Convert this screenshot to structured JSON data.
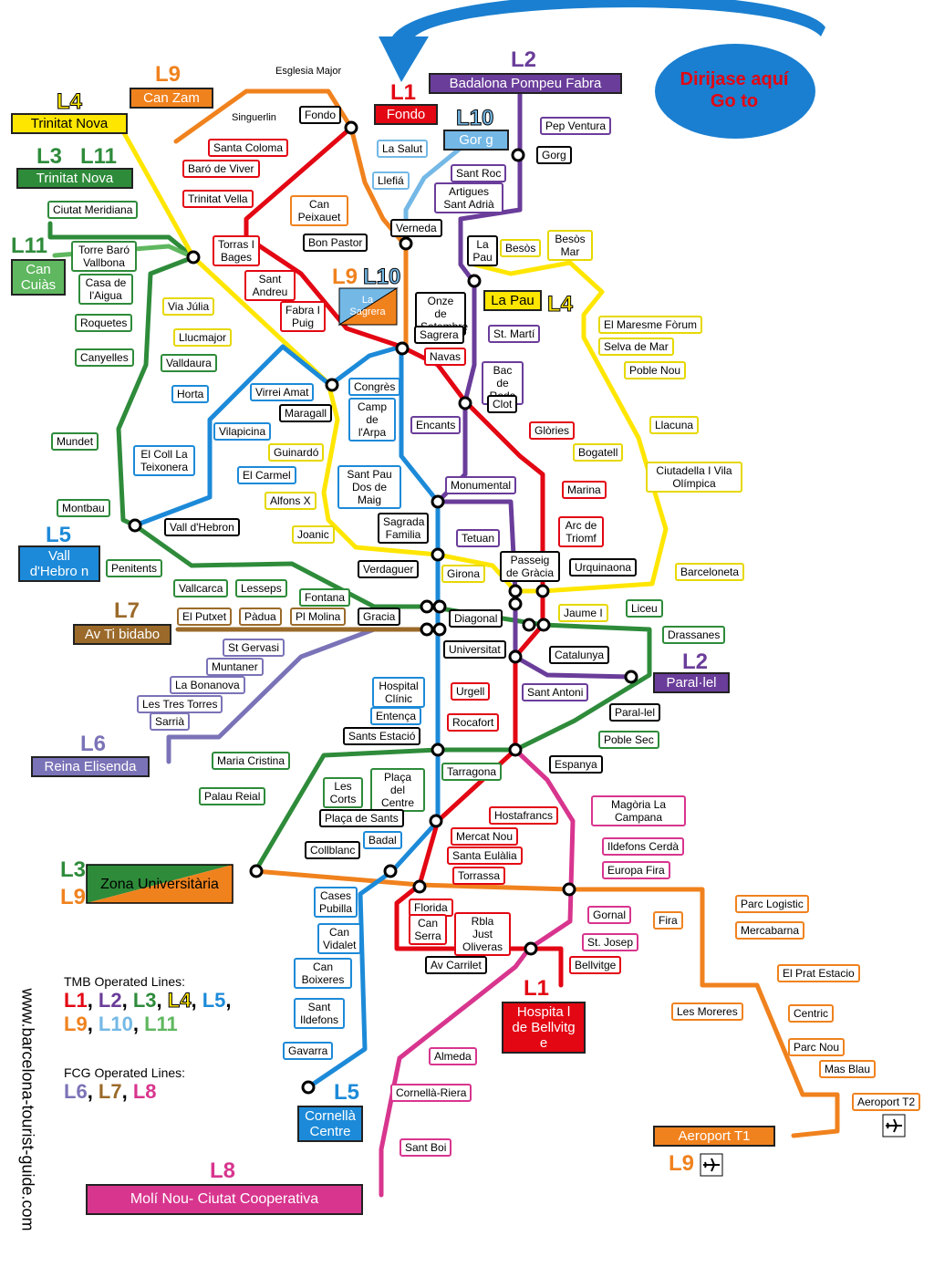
{
  "colors": {
    "L1": "#e30613",
    "L2": "#6a3d9a",
    "L3": "#2e8b3a",
    "L4": "#ffe600",
    "L5": "#1c8ad8",
    "L6": "#7a73b7",
    "L7": "#9b6a2a",
    "L8": "#d8358e",
    "L9": "#f0821e",
    "L10": "#74b8e6",
    "L11": "#5fb75f",
    "bubble": "#1a7fd0"
  },
  "callout": {
    "line1": "Dirijase aquí",
    "line2": "Go to"
  },
  "labels": {
    "esglesia_major": "Esglesia Major",
    "singuerlin": "Singuerlin",
    "l1": "L1",
    "l2": "L2",
    "l3": "L3",
    "l4": "L4",
    "l5": "L5",
    "l6": "L6",
    "l7": "L7",
    "l8": "L8",
    "l9": "L9",
    "l10": "L10",
    "l11": "L11"
  },
  "terminals": {
    "fondo": "Fondo",
    "badalona": "Badalona Pompeu Fabra",
    "can_zam": "Can Zam",
    "trinitat_nova_l4": "Trinitat Nova",
    "trinitat_nova_l3": "Trinitat Nova",
    "can_cuias": "Can Cuiàs",
    "gorg_l10": "Gor g",
    "la_sagrera_l9": "La Sagrera",
    "la_pau_l4": "La Pau",
    "vall_hebron_l5": "Vall d'Hebro n",
    "av_tibidabo": "Av Ti bidabo",
    "paralel_l2": "Paral·lel",
    "reina_elisenda": "Reina Elisenda",
    "zona_univ": "Zona Universitària",
    "hospital_bellvitge": "Hospita l de Bellvitg e",
    "cornella_centre": "Cornellà Centre",
    "molinou": "Molí Nou- Ciutat Cooperativa",
    "aeroport_t1": "Aeroport T1"
  },
  "stations": [
    {
      "id": "fondo_s",
      "text": "Fondo",
      "c": "blk"
    },
    {
      "id": "santa_coloma",
      "text": "Santa Coloma",
      "c": "l1"
    },
    {
      "id": "baro_viver",
      "text": "Baró de Viver",
      "c": "l1"
    },
    {
      "id": "trinitat_vella",
      "text": "Trinitat Vella",
      "c": "l1"
    },
    {
      "id": "torras_bages",
      "text": "Torras I Bages",
      "c": "l1"
    },
    {
      "id": "sant_andreu",
      "text": "Sant Andreu",
      "c": "l1"
    },
    {
      "id": "fabra_puig",
      "text": "Fabra I Puig",
      "c": "l1"
    },
    {
      "id": "can_peixauet",
      "text": "Can Peixauet",
      "c": "l9"
    },
    {
      "id": "bon_pastor",
      "text": "Bon Pastor",
      "c": "blk"
    },
    {
      "id": "la_salut",
      "text": "La Salut",
      "c": "l10"
    },
    {
      "id": "llefia",
      "text": "Llefiá",
      "c": "l10"
    },
    {
      "id": "verneda",
      "text": "Verneda",
      "c": "blk"
    },
    {
      "id": "onze_setembre",
      "text": "Onze de Setembre",
      "c": "blk"
    },
    {
      "id": "sagrera",
      "text": "Sagrera",
      "c": "blk"
    },
    {
      "id": "navas",
      "text": "Navas",
      "c": "l1"
    },
    {
      "id": "st_marti",
      "text": "St. Martí",
      "c": "l2"
    },
    {
      "id": "bac_roda",
      "text": "Bac de Roda",
      "c": "l2"
    },
    {
      "id": "clot",
      "text": "Clot",
      "c": "blk"
    },
    {
      "id": "encants",
      "text": "Encants",
      "c": "l2"
    },
    {
      "id": "glories",
      "text": "Glòries",
      "c": "l1"
    },
    {
      "id": "marina",
      "text": "Marina",
      "c": "l1"
    },
    {
      "id": "arc_triomf",
      "text": "Arc de Triomf",
      "c": "l1"
    },
    {
      "id": "pep_ventura",
      "text": "Pep Ventura",
      "c": "l2"
    },
    {
      "id": "gorg_s",
      "text": "Gorg",
      "c": "blk"
    },
    {
      "id": "sant_roc",
      "text": "Sant Roc",
      "c": "l2"
    },
    {
      "id": "artigues",
      "text": "Artigues Sant Adrià",
      "c": "l2"
    },
    {
      "id": "la_pau_s",
      "text": "La Pau",
      "c": "blk"
    },
    {
      "id": "besos",
      "text": "Besòs",
      "c": "l4"
    },
    {
      "id": "besos_mar",
      "text": "Besòs Mar",
      "c": "l4"
    },
    {
      "id": "maresme",
      "text": "El Maresme Fòrum",
      "c": "l4"
    },
    {
      "id": "selva_mar",
      "text": "Selva de Mar",
      "c": "l4"
    },
    {
      "id": "poble_nou",
      "text": "Poble Nou",
      "c": "l4"
    },
    {
      "id": "llacuna",
      "text": "Llacuna",
      "c": "l4"
    },
    {
      "id": "bogatell",
      "text": "Bogatell",
      "c": "l4"
    },
    {
      "id": "ciutadella",
      "text": "Ciutadella I Vila Olímpica",
      "c": "l4"
    },
    {
      "id": "barceloneta",
      "text": "Barceloneta",
      "c": "l4"
    },
    {
      "id": "jaume_i",
      "text": "Jaume I",
      "c": "l4"
    },
    {
      "id": "urquinaona",
      "text": "Urquinaona",
      "c": "blk"
    },
    {
      "id": "passeig_gracia",
      "text": "Passeig de Gràcia",
      "c": "blk"
    },
    {
      "id": "girona",
      "text": "Girona",
      "c": "l4"
    },
    {
      "id": "tetuan",
      "text": "Tetuan",
      "c": "l2"
    },
    {
      "id": "monumental",
      "text": "Monumental",
      "c": "l2"
    },
    {
      "id": "sagrada_familia",
      "text": "Sagrada Familia",
      "c": "blk"
    },
    {
      "id": "verdaguer",
      "text": "Verdaguer",
      "c": "blk"
    },
    {
      "id": "sant_pau",
      "text": "Sant Pau Dos de Maig",
      "c": "l5"
    },
    {
      "id": "camp_arpa",
      "text": "Camp de l'Arpa",
      "c": "l5"
    },
    {
      "id": "congres",
      "text": "Congrès",
      "c": "l5"
    },
    {
      "id": "maragall",
      "text": "Maragall",
      "c": "blk"
    },
    {
      "id": "virrei_amat",
      "text": "Virrei Amat",
      "c": "l5"
    },
    {
      "id": "vilapicina",
      "text": "Vilapicina",
      "c": "l5"
    },
    {
      "id": "horta",
      "text": "Horta",
      "c": "l5"
    },
    {
      "id": "el_carmel",
      "text": "El Carmel",
      "c": "l5"
    },
    {
      "id": "el_coll",
      "text": "El Coll La Teixonera",
      "c": "l5"
    },
    {
      "id": "guinardo",
      "text": "Guinardó",
      "c": "l4"
    },
    {
      "id": "alfons_x",
      "text": "Alfons X",
      "c": "l4"
    },
    {
      "id": "joanic",
      "text": "Joanic",
      "c": "l4"
    },
    {
      "id": "llucmajor",
      "text": "Llucmajor",
      "c": "l4"
    },
    {
      "id": "via_julia",
      "text": "Via Júlia",
      "c": "l4"
    },
    {
      "id": "ciutat_meridiana",
      "text": "Ciutat Meridiana",
      "c": "l3"
    },
    {
      "id": "torre_baro",
      "text": "Torre Baró Vallbona",
      "c": "l3"
    },
    {
      "id": "casa_aigua",
      "text": "Casa de l'Aigua",
      "c": "l3"
    },
    {
      "id": "roquetes",
      "text": "Roquetes",
      "c": "l3"
    },
    {
      "id": "canyelles",
      "text": "Canyelles",
      "c": "l3"
    },
    {
      "id": "valldaura",
      "text": "Valldaura",
      "c": "l3"
    },
    {
      "id": "mundet",
      "text": "Mundet",
      "c": "l3"
    },
    {
      "id": "montbau",
      "text": "Montbau",
      "c": "l3"
    },
    {
      "id": "vall_hebron_s",
      "text": "Vall d'Hebron",
      "c": "blk"
    },
    {
      "id": "penitents",
      "text": "Penitents",
      "c": "l3"
    },
    {
      "id": "vallcarca",
      "text": "Vallcarca",
      "c": "l3"
    },
    {
      "id": "lesseps",
      "text": "Lesseps",
      "c": "l3"
    },
    {
      "id": "fontana",
      "text": "Fontana",
      "c": "l3"
    },
    {
      "id": "el_putxet",
      "text": "El Putxet",
      "c": "l7"
    },
    {
      "id": "padua",
      "text": "Pàdua",
      "c": "l7"
    },
    {
      "id": "pl_molina",
      "text": "Pl Molina",
      "c": "l7"
    },
    {
      "id": "gracia",
      "text": "Gracia",
      "c": "blk"
    },
    {
      "id": "diagonal",
      "text": "Diagonal",
      "c": "blk"
    },
    {
      "id": "st_gervasi",
      "text": "St Gervasi",
      "c": "l6"
    },
    {
      "id": "muntaner",
      "text": "Muntaner",
      "c": "l6"
    },
    {
      "id": "la_bonanova",
      "text": "La Bonanova",
      "c": "l6"
    },
    {
      "id": "les_tres_torres",
      "text": "Les Tres Torres",
      "c": "l6"
    },
    {
      "id": "sarria",
      "text": "Sarrià",
      "c": "l6"
    },
    {
      "id": "liceu",
      "text": "Liceu",
      "c": "l3"
    },
    {
      "id": "drassanes",
      "text": "Drassanes",
      "c": "l3"
    },
    {
      "id": "catalunya",
      "text": "Catalunya",
      "c": "blk"
    },
    {
      "id": "universitat",
      "text": "Universitat",
      "c": "blk"
    },
    {
      "id": "sant_antoni",
      "text": "Sant Antoni",
      "c": "l2"
    },
    {
      "id": "paralel_s",
      "text": "Paral-lel",
      "c": "blk"
    },
    {
      "id": "poble_sec",
      "text": "Poble Sec",
      "c": "l3"
    },
    {
      "id": "hospital_clinic",
      "text": "Hospital Clínic",
      "c": "l5"
    },
    {
      "id": "urgell",
      "text": "Urgell",
      "c": "l1"
    },
    {
      "id": "entenca",
      "text": "Entença",
      "c": "l5"
    },
    {
      "id": "rocafort",
      "text": "Rocafort",
      "c": "l1"
    },
    {
      "id": "sants_estacio",
      "text": "Sants Estació",
      "c": "blk"
    },
    {
      "id": "espanya",
      "text": "Espanya",
      "c": "blk"
    },
    {
      "id": "tarragona",
      "text": "Tarragona",
      "c": "l3"
    },
    {
      "id": "maria_cristina",
      "text": "Maria Cristina",
      "c": "l3"
    },
    {
      "id": "les_corts",
      "text": "Les Corts",
      "c": "l3"
    },
    {
      "id": "placa_centre",
      "text": "Plaça del Centre",
      "c": "l3"
    },
    {
      "id": "palau_reial",
      "text": "Palau Reial",
      "c": "l3"
    },
    {
      "id": "placa_sants",
      "text": "Plaça de Sants",
      "c": "blk"
    },
    {
      "id": "hostafrancs",
      "text": "Hostafrancs",
      "c": "l1"
    },
    {
      "id": "magoria",
      "text": "Magòria La Campana",
      "c": "l8"
    },
    {
      "id": "ildefons_cerda",
      "text": "Ildefons Cerdà",
      "c": "l8"
    },
    {
      "id": "europa_fira",
      "text": "Europa Fira",
      "c": "l8"
    },
    {
      "id": "badal",
      "text": "Badal",
      "c": "l5"
    },
    {
      "id": "collblanc",
      "text": "Collblanc",
      "c": "blk"
    },
    {
      "id": "mercat_nou",
      "text": "Mercat Nou",
      "c": "l1"
    },
    {
      "id": "santa_eulalia",
      "text": "Santa Eulàlia",
      "c": "l1"
    },
    {
      "id": "torrassa",
      "text": "Torrassa",
      "c": "l1"
    },
    {
      "id": "cases_pubilla",
      "text": "Cases Pubilla",
      "c": "l5"
    },
    {
      "id": "florida",
      "text": "Florida",
      "c": "l1"
    },
    {
      "id": "can_serra",
      "text": "Can Serra",
      "c": "l1"
    },
    {
      "id": "rbla_just",
      "text": "Rbla Just Oliveras",
      "c": "l1"
    },
    {
      "id": "can_vidalet",
      "text": "Can Vidalet",
      "c": "l5"
    },
    {
      "id": "gornal",
      "text": "Gornal",
      "c": "l8"
    },
    {
      "id": "st_josep",
      "text": "St. Josep",
      "c": "l8"
    },
    {
      "id": "bellvitge",
      "text": "Bellvitge",
      "c": "l1"
    },
    {
      "id": "av_carrilet",
      "text": "Av Carrilet",
      "c": "blk"
    },
    {
      "id": "fira",
      "text": "Fira",
      "c": "l9"
    },
    {
      "id": "parc_logistic",
      "text": "Parc Logistic",
      "c": "l9"
    },
    {
      "id": "mercabarna",
      "text": "Mercabarna",
      "c": "l9"
    },
    {
      "id": "el_prat",
      "text": "El Prat Estacio",
      "c": "l9"
    },
    {
      "id": "les_moreres",
      "text": "Les Moreres",
      "c": "l9"
    },
    {
      "id": "centric",
      "text": "Centric",
      "c": "l9"
    },
    {
      "id": "parc_nou",
      "text": "Parc Nou",
      "c": "l9"
    },
    {
      "id": "mas_blau",
      "text": "Mas Blau",
      "c": "l9"
    },
    {
      "id": "aeroport_t2",
      "text": "Aeroport T2",
      "c": "l9"
    },
    {
      "id": "can_boixeres",
      "text": "Can Boixeres",
      "c": "l5"
    },
    {
      "id": "sant_ildefons",
      "text": "Sant Ildefons",
      "c": "l5"
    },
    {
      "id": "gavarra",
      "text": "Gavarra",
      "c": "l5"
    },
    {
      "id": "almeda",
      "text": "Almeda",
      "c": "l8"
    },
    {
      "id": "cornella_riera",
      "text": "Cornellà-Riera",
      "c": "l8"
    },
    {
      "id": "sant_boi",
      "text": "Sant Boi",
      "c": "l8"
    }
  ],
  "legend": {
    "website": "www.barcelona-tourist-guide.com",
    "tmb_title": "TMB Operated Lines:",
    "fcg_title": "FCG Operated Lines:",
    "tmb_lines": [
      "L1",
      "L2",
      "L3",
      "L4",
      "L5",
      "L9",
      "L10",
      "L11"
    ],
    "fcg_lines": [
      "L6",
      "L7",
      "L8"
    ]
  },
  "icons": [
    "airplane-icon",
    "airplane-icon"
  ]
}
